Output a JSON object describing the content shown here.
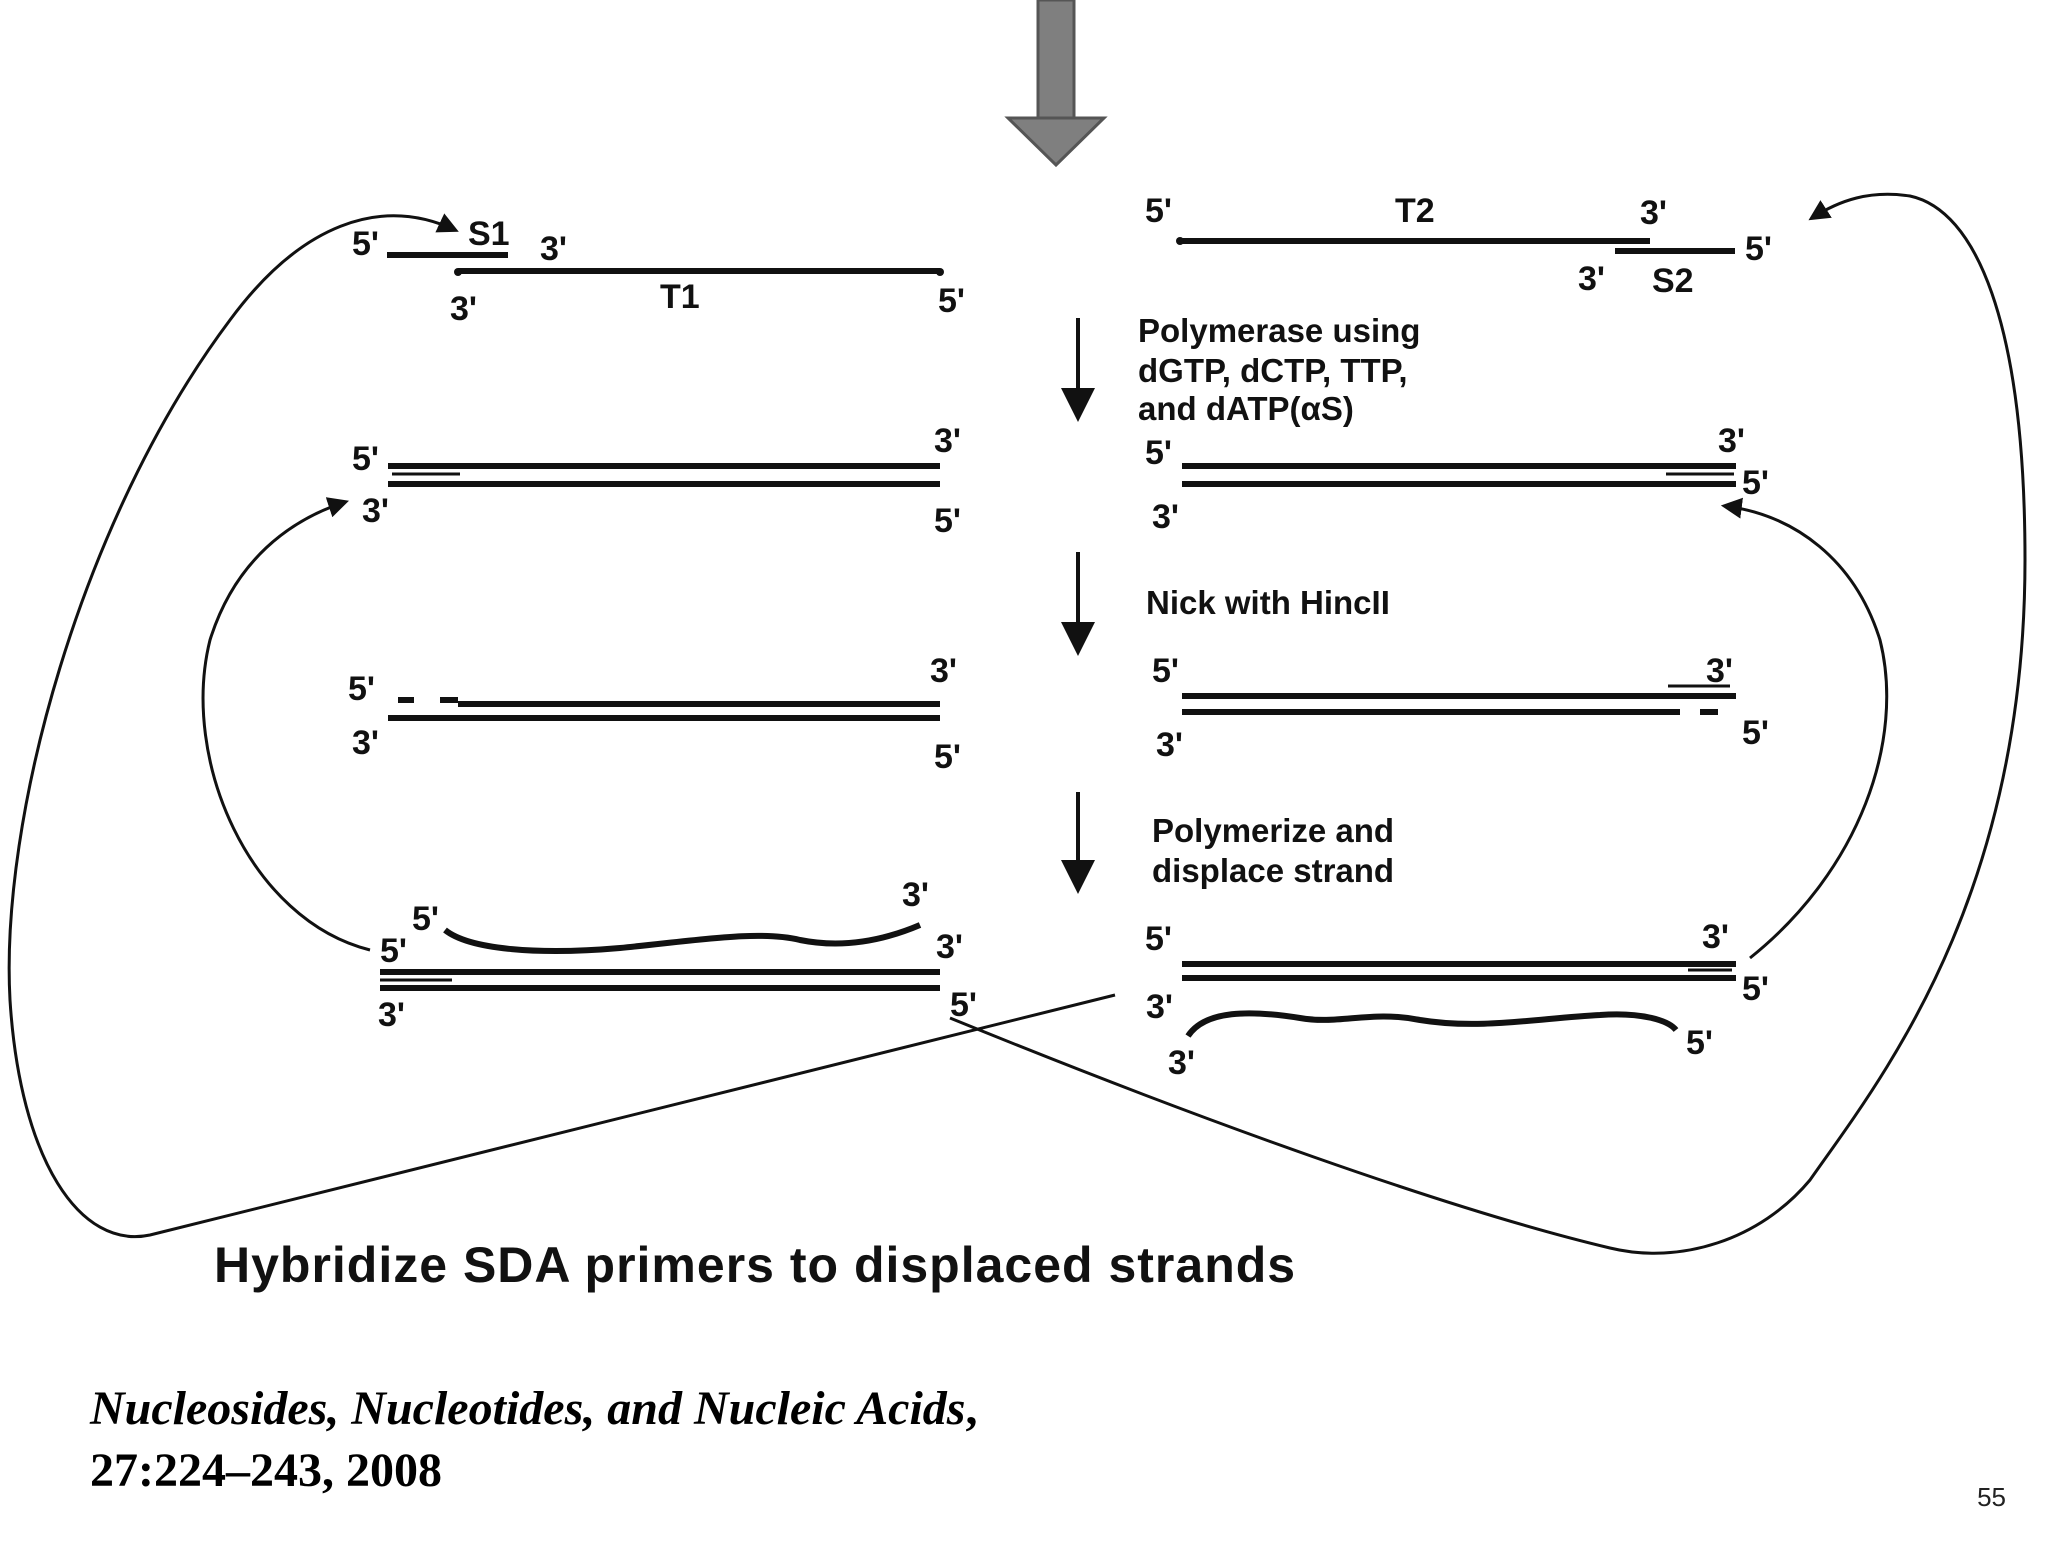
{
  "diagram": {
    "template_top": {
      "prime5": "5'",
      "name": "T1",
      "prime3": "3'"
    },
    "primer_s1": {
      "prime5": "5'",
      "name": "S1",
      "prime3": "3'"
    },
    "template_t1_ends": {
      "left": "3'",
      "right": "5'"
    },
    "template_top_right": {
      "prime5": "5'",
      "name": "T2",
      "prime3": "3'"
    },
    "primer_s2": {
      "prime3": "3'",
      "name": "S2",
      "prime5": "5'"
    },
    "steps": [
      {
        "lines": [
          "Polymerase using",
          "dGTP, dCTP, TTP,",
          "and dATP(αS)"
        ]
      },
      {
        "lines": [
          "Nick with HincII"
        ]
      },
      {
        "lines": [
          "Polymerize and",
          "displace strand"
        ]
      }
    ],
    "stage2": {
      "l_tl": "5'",
      "l_bl": "3'",
      "l_tr": "3'",
      "l_br": "5'",
      "r_tl": "5'",
      "r_bl": "3'",
      "r_tr": "3'",
      "r_br": "5'"
    },
    "stage3": {
      "l_tl": "5'",
      "l_bl": "3'",
      "l_tr": "3'",
      "l_br": "5'",
      "r_tl": "5'",
      "r_bl": "3'",
      "r_tr": "3'",
      "r_br": "5'"
    },
    "stage4": {
      "l_disp_5": "5'",
      "l_disp_3": "3'",
      "l_tl": "5'",
      "l_tr": "3'",
      "l_bl": "3'",
      "l_br": "5'",
      "r_tl": "5'",
      "r_tr": "3'",
      "r_bl": "3'",
      "r_br": "5'",
      "r_disp_3": "3'",
      "r_disp_5": "5'"
    },
    "caption": "Hybridize SDA primers to displaced strands"
  },
  "citation": {
    "journal": "Nucleosides, Nucleotides, and Nucleic Acids",
    "comma": ",",
    "details": "27:224–243, 2008"
  },
  "page_number": "55",
  "colors": {
    "big_arrow": "#7f7f7f",
    "ink": "#111111"
  }
}
